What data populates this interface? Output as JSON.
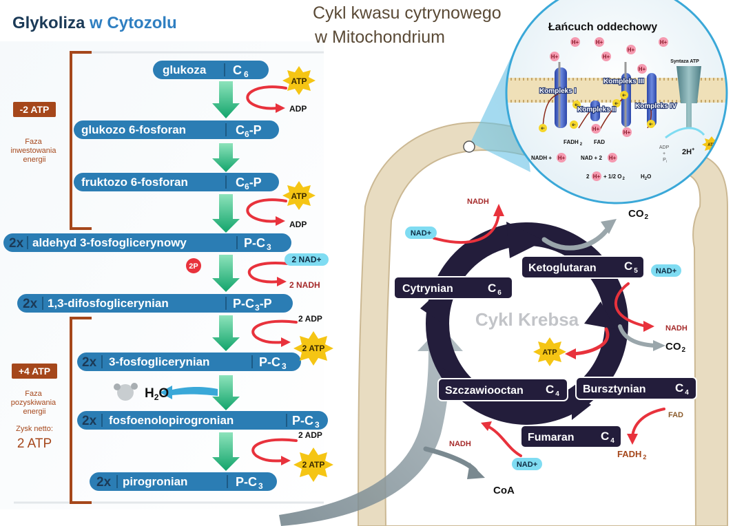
{
  "titles": {
    "glycolysis_a": "Glykoliza",
    "glycolysis_b": "w Cytozolu",
    "krebs_line1": "Cykl kwasu cytrynowego",
    "krebs_line2": "w  Mitochondrium",
    "etc": "Łańcuch oddechowy",
    "krebs_cycle": "Cykl Krebsa"
  },
  "colors": {
    "title_dark": "#1b3a57",
    "title_blue": "#2f7fc1",
    "pill": "#2b7db4",
    "green_arrow": "#1fae74",
    "red_arrow": "#e8323c",
    "atp_star": "#f5c514",
    "brown": "#a5471b",
    "krebs_dark": "#231d3b",
    "membrane": "#e2d3b3"
  },
  "glycolysis": {
    "invest_badge": "-2 ATP",
    "invest_label": [
      "Faza",
      "inwestowania",
      "energii"
    ],
    "gain_badge": "+4 ATP",
    "gain_label": [
      "Faza",
      "pozyskiwania",
      "energii"
    ],
    "net_label": "Zysk netto:",
    "net_value": "2 ATP",
    "steps": [
      {
        "mult": "",
        "name": "glukoza",
        "code_main": "C",
        "code_sub": "6",
        "code_tail": ""
      },
      {
        "mult": "",
        "name": "glukozo 6-fosforan",
        "code_main": "C",
        "code_sub": "6",
        "code_tail": "-P"
      },
      {
        "mult": "",
        "name": "fruktozo 6-fosforan",
        "code_main": "C",
        "code_sub": "6",
        "code_tail": "-P"
      },
      {
        "mult": "2x",
        "name": "aldehyd 3-fosfoglicerynowy",
        "code_main": "P-C",
        "code_sub": "3",
        "code_tail": ""
      },
      {
        "mult": "2x",
        "name": "1,3-difosfoglicerynian",
        "code_main": "P-C",
        "code_sub": "3",
        "code_tail": "-P"
      },
      {
        "mult": "2x",
        "name": "3-fosfoglicerynian",
        "code_main": "P-C",
        "code_sub": "3",
        "code_tail": ""
      },
      {
        "mult": "2x",
        "name": "fosfoenolopirogronian",
        "code_main": "P-C",
        "code_sub": "3",
        "code_tail": ""
      },
      {
        "mult": "2x",
        "name": "pirogronian",
        "code_main": "P-C",
        "code_sub": "3",
        "code_tail": ""
      }
    ],
    "side": {
      "atp": "ATP",
      "adp": "ADP",
      "two_p": "2P",
      "nad_in": "2 NAD+",
      "nadh_out": "2 NADH",
      "two_adp": "2 ADP",
      "two_atp": "2 ATP",
      "h2o_h": "H",
      "h2o_sub": "2",
      "h2o_o": "O"
    }
  },
  "krebs": {
    "nodes": [
      {
        "name": "Cytrynian",
        "c": "C",
        "sub": "6"
      },
      {
        "name": "Ketoglutaran",
        "c": "C",
        "sub": "5"
      },
      {
        "name": "Bursztynian",
        "c": "C",
        "sub": "4"
      },
      {
        "name": "Fumaran",
        "c": "C",
        "sub": "4"
      },
      {
        "name": "Szczawiooctan",
        "c": "C",
        "sub": "4"
      }
    ],
    "labels": {
      "nad": "NAD+",
      "nadh": "NADH",
      "co2_main": "CO",
      "co2_sub": "2",
      "atp": "ATP",
      "fad": "FAD",
      "fadh_main": "FADH",
      "fadh_sub": "2",
      "coa": "CoA"
    }
  },
  "etc": {
    "h_plus": "H+",
    "complex_1": "Kompleks I",
    "complex_2": "Kompleks II",
    "complex_3": "Kompleks III",
    "complex_4": "Kompleks IV",
    "synthase": "Syntaza ATP",
    "electron": "e-",
    "fadh2_main": "FADH",
    "fadh2_sub": "2",
    "fad": "FAD",
    "nadh_plus": "NADH +",
    "nad_plus_2": "NAD +  2",
    "eq_2": "2",
    "eq_half": "+ 1/2 O",
    "eq_o_sub": "2",
    "eq_h2o_main": "H",
    "eq_h2o_sub": "2",
    "eq_h2o_o": "O",
    "adp_stack": [
      "ADP",
      "+",
      "P"
    ],
    "adp_sub": "i",
    "two_h": "2H",
    "two_h_sup": "+",
    "atp": "ATP"
  }
}
